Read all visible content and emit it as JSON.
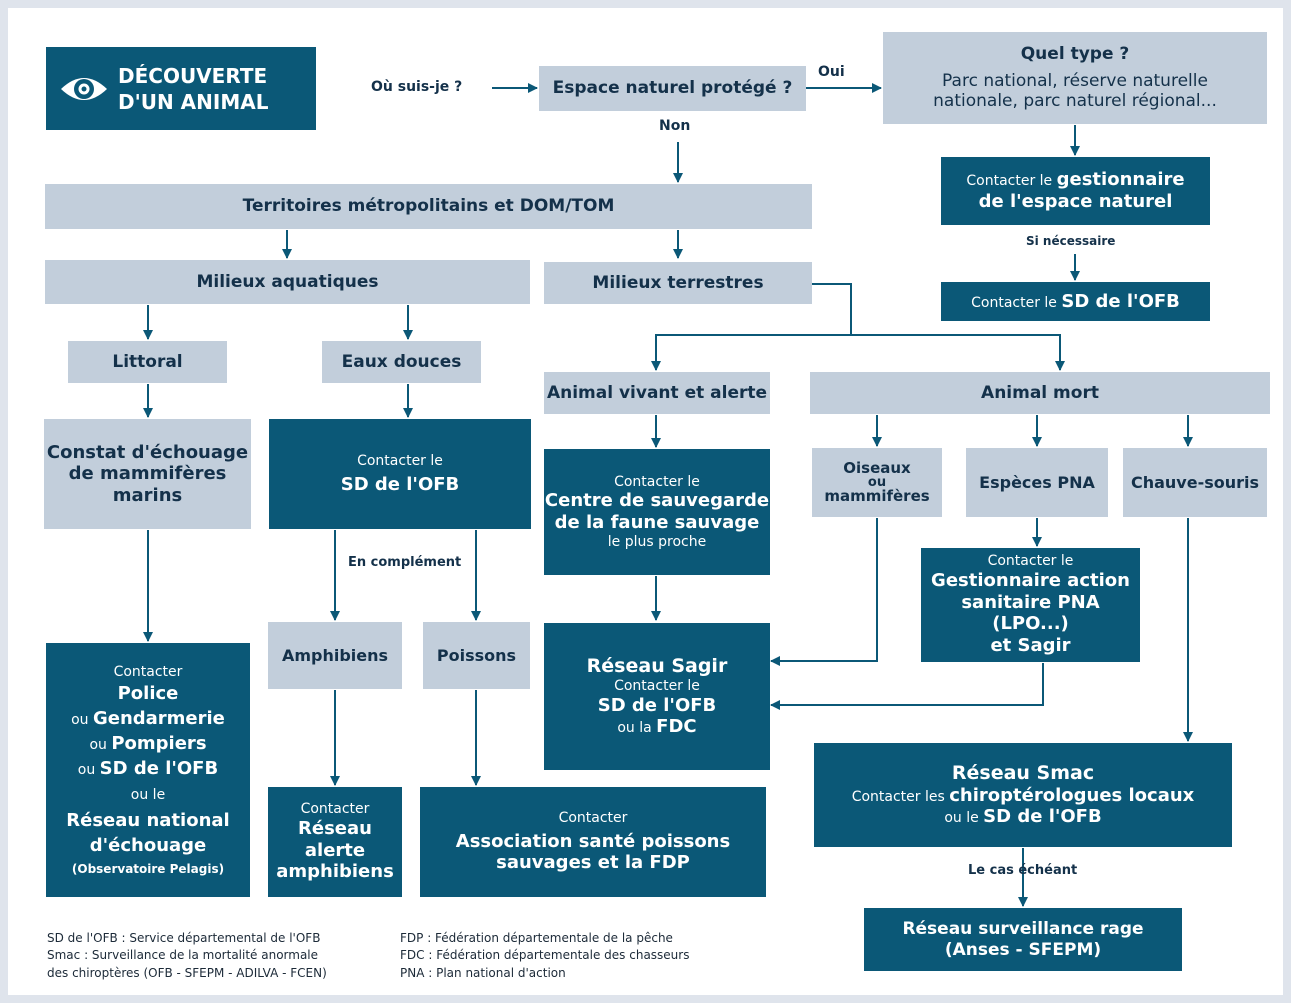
{
  "header": {
    "line1": "DÉCOUVERTE",
    "line2": "D'UN ANIMAL"
  },
  "labels": {
    "ou_suis_je": "Où suis-je ?",
    "oui": "Oui",
    "non": "Non",
    "si_necessaire": "Si nécessaire",
    "en_complement": "En complément",
    "le_cas_echeant": "Le cas échéant"
  },
  "boxes": {
    "espace": "Espace naturel protégé ?",
    "quel_type_title": "Quel type ?",
    "quel_type_body1": "Parc national,  réserve naturelle",
    "quel_type_body2": "nationale, parc naturel régional...",
    "gest_pre": "Contacter le ",
    "gest_b1": "gestionnaire",
    "gest_b2": "de l'espace naturel",
    "sd_pre": "Contacter le ",
    "sd_b": "SD de l'OFB",
    "territoires": "Territoires métropolitains et  DOM/TOM",
    "aquatiques": "Milieux aquatiques",
    "terrestres": "Milieux terrestres",
    "littoral": "Littoral",
    "eaux_douces": "Eaux douces",
    "constat1": "Constat d'échouage",
    "constat2": "de mammifères",
    "constat3": "marins",
    "ed_s": "Contacter le",
    "ed_b": "SD de l'OFB",
    "amphibiens": "Amphibiens",
    "poissons": "Poissons",
    "police_s": "Contacter",
    "police_b": "Police",
    "gend_ou": "ou ",
    "gend_b": "Gendarmerie",
    "pomp_ou": "ou ",
    "pomp_b": "Pompiers",
    "sdo_ou": "ou ",
    "sdo_b": "SD de l'OFB",
    "oule": "ou le",
    "reseau_nat1": "Réseau national",
    "reseau_nat2": "d'échouage",
    "pelagis": "(Observatoire  Pelagis)",
    "amph_s": "Contacter",
    "amph_b1": "Réseau",
    "amph_b2": "alerte",
    "amph_b3": "amphibiens",
    "assoc_s": "Contacter",
    "assoc_b1": "Association santé poissons",
    "assoc_b2": "sauvages et la FDP",
    "vivant": "Animal vivant et alerte",
    "mort": "Animal mort",
    "centre_s": "Contacter le",
    "centre_b1": "Centre de sauvegarde",
    "centre_b2": "de la faune sauvage",
    "centre_s2": "le plus proche",
    "oiseaux1": "Oiseaux",
    "oiseaux2": "ou",
    "oiseaux3": "mammifères",
    "especes_pna": "Espèces PNA",
    "chauve": "Chauve-souris",
    "gest_pna_s": "Contacter le",
    "gest_pna_b1": "Gestionnaire action",
    "gest_pna_b2": "sanitaire PNA (LPO...)",
    "gest_pna_b3": "et Sagir",
    "sagir_b": "Réseau Sagir",
    "sagir_s": "Contacter le",
    "sagir_b2": "SD de l'OFB",
    "sagir_ou": "ou la ",
    "sagir_fdc": "FDC",
    "smac_b": "Réseau Smac",
    "smac_pre": "Contacter les ",
    "smac_chiro": "chiroptérologues locaux",
    "smac_ou": "ou le ",
    "smac_sd": "SD de l'OFB",
    "rage1": "Réseau surveillance rage",
    "rage2": "(Anses - SFEPM)"
  },
  "legend": {
    "left": [
      "SD de l'OFB : Service départemental de l'OFB",
      "Smac : Surveillance de la mortalité anormale",
      "des chiroptères (OFB - SFEPM - ADILVA - FCEN)"
    ],
    "right": [
      "FDP : Fédération départementale de la pêche",
      "FDC : Fédération départementale des chasseurs",
      "PNA : Plan national d'action"
    ]
  },
  "colors": {
    "dark": "#0b5877",
    "light": "#c2cedb",
    "line": "#0b5877"
  },
  "icons": {
    "eye": "eye-icon"
  }
}
